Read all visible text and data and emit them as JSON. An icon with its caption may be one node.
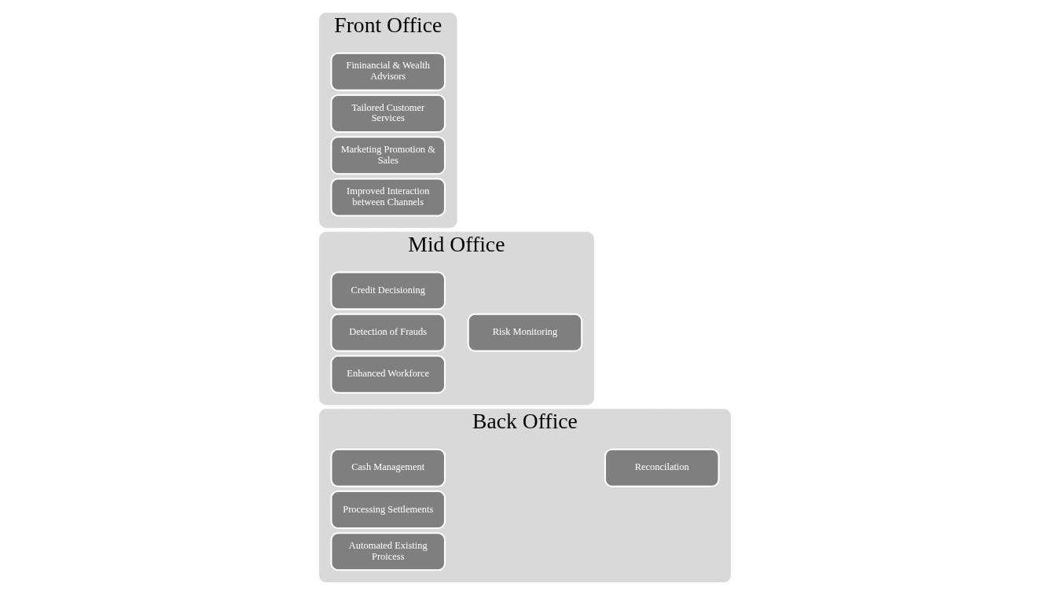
{
  "diagram": {
    "nodes": [
      {
        "text": [
          "Front Office"
        ]
      },
      {
        "text": [
          "Fininancial & Wealth Advisors"
        ],
        "in": 0
      },
      {
        "text": [
          "Tailored Customer Services"
        ],
        "in": 0
      },
      {
        "text": [
          "Marketing Promotion & Sales"
        ],
        "in": 0
      },
      {
        "text": [
          "Improved Interaction between Channels"
        ],
        "in": 0
      },
      {
        "text": [
          "Mid Office"
        ]
      },
      {
        "text": [
          "Risk Monitoring"
        ],
        "in": 5
      },
      {
        "text": [
          "Credit Decisioning"
        ],
        "in": 5
      },
      {
        "text": [
          "Detection of Frauds"
        ],
        "in": 5
      },
      {
        "text": [
          "Enhanced Workforce"
        ],
        "in": 5
      },
      {
        "text": [
          "Back Office"
        ]
      },
      {
        "text": [
          "Reconcilation"
        ],
        "in": 10
      },
      {
        "text": [
          "Cash Management"
        ],
        "in": 10
      },
      {
        "text": [
          "Processing Settlements"
        ],
        "in": 10
      },
      {
        "text": [
          "Automated Existing Proicess"
        ],
        "in": 10
      }
    ]
  }
}
